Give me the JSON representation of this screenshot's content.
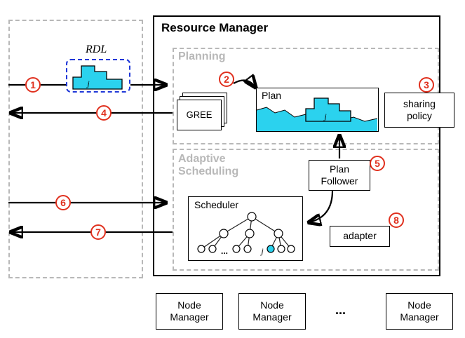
{
  "colors": {
    "accent_cyan": "#2bd2ee",
    "badge_red": "#e0301e",
    "dashed_gray": "#b8b8b8",
    "rdl_blue": "#2038d8"
  },
  "badges": [
    "1",
    "2",
    "3",
    "4",
    "5",
    "6",
    "7",
    "8"
  ],
  "left": {
    "rdl_label": "RDL",
    "job_label": "j"
  },
  "resource_manager": {
    "title": "Resource Manager"
  },
  "planning": {
    "label": "Planning",
    "gree_label": "GREE",
    "plan_label": "Plan",
    "plan_job_label": "j",
    "sharing_policy_label": "sharing policy"
  },
  "adaptive": {
    "label": "Adaptive Scheduling",
    "plan_follower_label": "Plan Follower",
    "scheduler_label": "Scheduler",
    "scheduler_job_label": "j",
    "scheduler_dots": "...",
    "adapter_label": "adapter"
  },
  "nodes": {
    "managers": [
      "Node Manager",
      "Node Manager",
      "Node Manager"
    ],
    "dots": "..."
  }
}
